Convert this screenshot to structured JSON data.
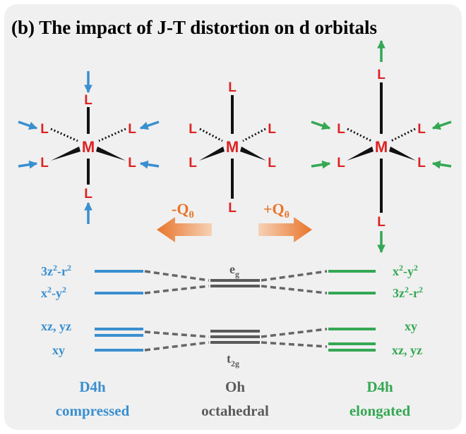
{
  "title": "(b)  The impact of J-T distortion on d orbitals",
  "structures": {
    "metal": "M",
    "ligand": "L"
  },
  "shifts": {
    "left": {
      "sign": "-",
      "symbol": "Q",
      "subscript": "θ"
    },
    "right": {
      "sign": "+",
      "symbol": "Q",
      "subscript": "θ"
    }
  },
  "levels": {
    "compressed": {
      "upper": [
        {
          "base": "3z",
          "sup": "2",
          "tail": "-r",
          "sup2": "2"
        },
        {
          "base": "x",
          "sup": "2",
          "tail": "-y",
          "sup2": "2"
        }
      ],
      "lower": [
        "xz, yz",
        "xy"
      ]
    },
    "octahedral": {
      "eg": {
        "base": "e",
        "sub": "g"
      },
      "t2g": {
        "base": "t",
        "sub": "2g"
      }
    },
    "elongated": {
      "upper": [
        {
          "base": "x",
          "sup": "2",
          "tail": "-y",
          "sup2": "2"
        },
        {
          "base": "3z",
          "sup": "2",
          "tail": "-r",
          "sup2": "2"
        }
      ],
      "lower": [
        "xy",
        "xz, yz"
      ]
    }
  },
  "footer": {
    "compressed": {
      "symmetry": "D4h",
      "label": "compressed"
    },
    "octahedral": {
      "symmetry": "Oh",
      "label": "octahedral"
    },
    "elongated": {
      "symmetry": "D4h",
      "label": "elongated"
    }
  },
  "colors": {
    "compressed": "#3a8fcf",
    "octahedral": "#5a5a5a",
    "elongated": "#34a853",
    "ligand": "#dd2222",
    "arrow": "#e8742a"
  }
}
